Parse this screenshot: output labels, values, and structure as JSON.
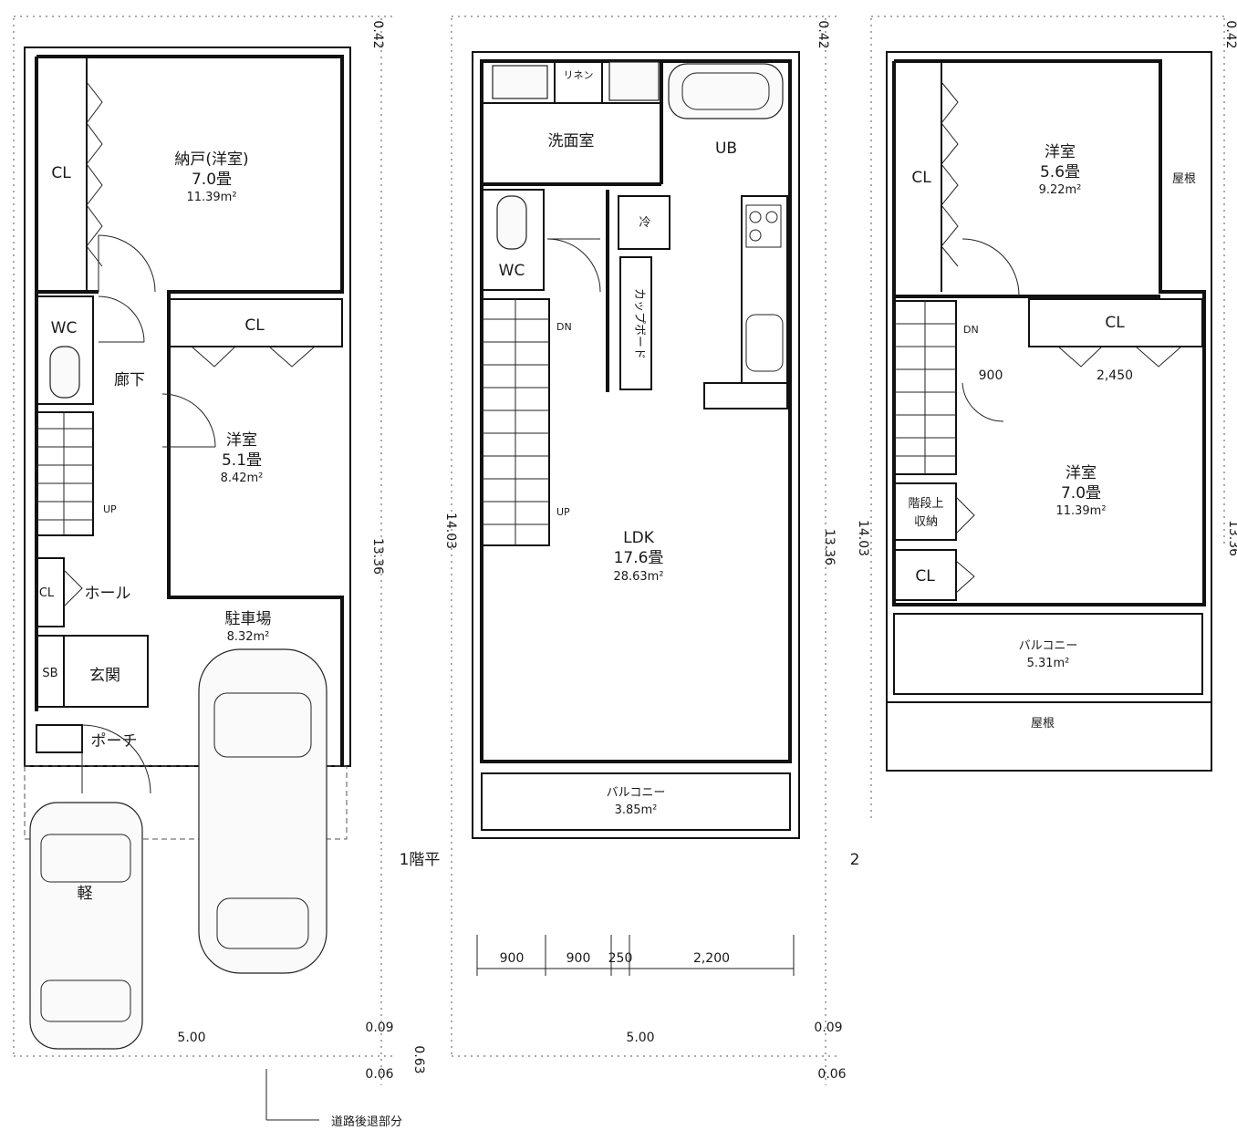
{
  "floor1": {
    "storage_room": {
      "name": "納戸(洋室)",
      "size": "7.0畳",
      "area": "11.39m²"
    },
    "storage_cl": "CL",
    "wc": "WC",
    "hallway": "廊下",
    "bedroom_cl": "CL",
    "bedroom": {
      "name": "洋室",
      "size": "5.1畳",
      "area": "8.42m²"
    },
    "stairs_up": "UP",
    "hall_cl": "CL",
    "hall": "ホール",
    "parking": {
      "name": "駐車場",
      "area": "8.32m²"
    },
    "shoebox": "SB",
    "entrance": "玄関",
    "porch": "ポーチ",
    "kei_car": "軽",
    "floor_label": "1階平",
    "dims": {
      "depth": "13.36",
      "width": "5.00",
      "top_offset": "0.42",
      "bottom_a": "0.09",
      "bottom_b": "0.06",
      "setback_value": "0.63"
    },
    "setback_note": "道路後退部分"
  },
  "floor2": {
    "linen": "リネン",
    "washroom": "洗面室",
    "bath": "UB",
    "wc": "WC",
    "fridge": "冷",
    "cupboard": "カップボード",
    "stairs_dn": "DN",
    "stairs_up": "UP",
    "ldk": {
      "name": "LDK",
      "size": "17.6畳",
      "area": "28.63m²"
    },
    "balcony": {
      "name": "バルコニー",
      "area": "3.85m²"
    },
    "floor_label": "2",
    "dims": {
      "depth_outer": "14.03",
      "depth": "13.36",
      "width": "5.00",
      "top_offset": "0.42",
      "bottom_a": "0.09",
      "bottom_b": "0.06",
      "seg1": "900",
      "seg2": "900",
      "seg3": "250",
      "seg4": "2,200"
    }
  },
  "floor3": {
    "room_a_cl": "CL",
    "room_a": {
      "name": "洋室",
      "size": "5.6畳",
      "area": "9.22m²"
    },
    "roof_side": "屋根",
    "stairs_dn": "DN",
    "room_b_cl": "CL",
    "dim_900": "900",
    "dim_2450": "2,450",
    "room_b": {
      "name": "洋室",
      "size": "7.0畳",
      "area": "11.39m²"
    },
    "stair_storage_l1": "階段上",
    "stair_storage_l2": "収納",
    "lower_cl": "CL",
    "balcony": {
      "name": "バルコニー",
      "area": "5.31m²"
    },
    "roof_front": "屋根",
    "dims": {
      "top_offset": "0.42",
      "depth": "13.36",
      "depth_left": "14.03"
    }
  }
}
